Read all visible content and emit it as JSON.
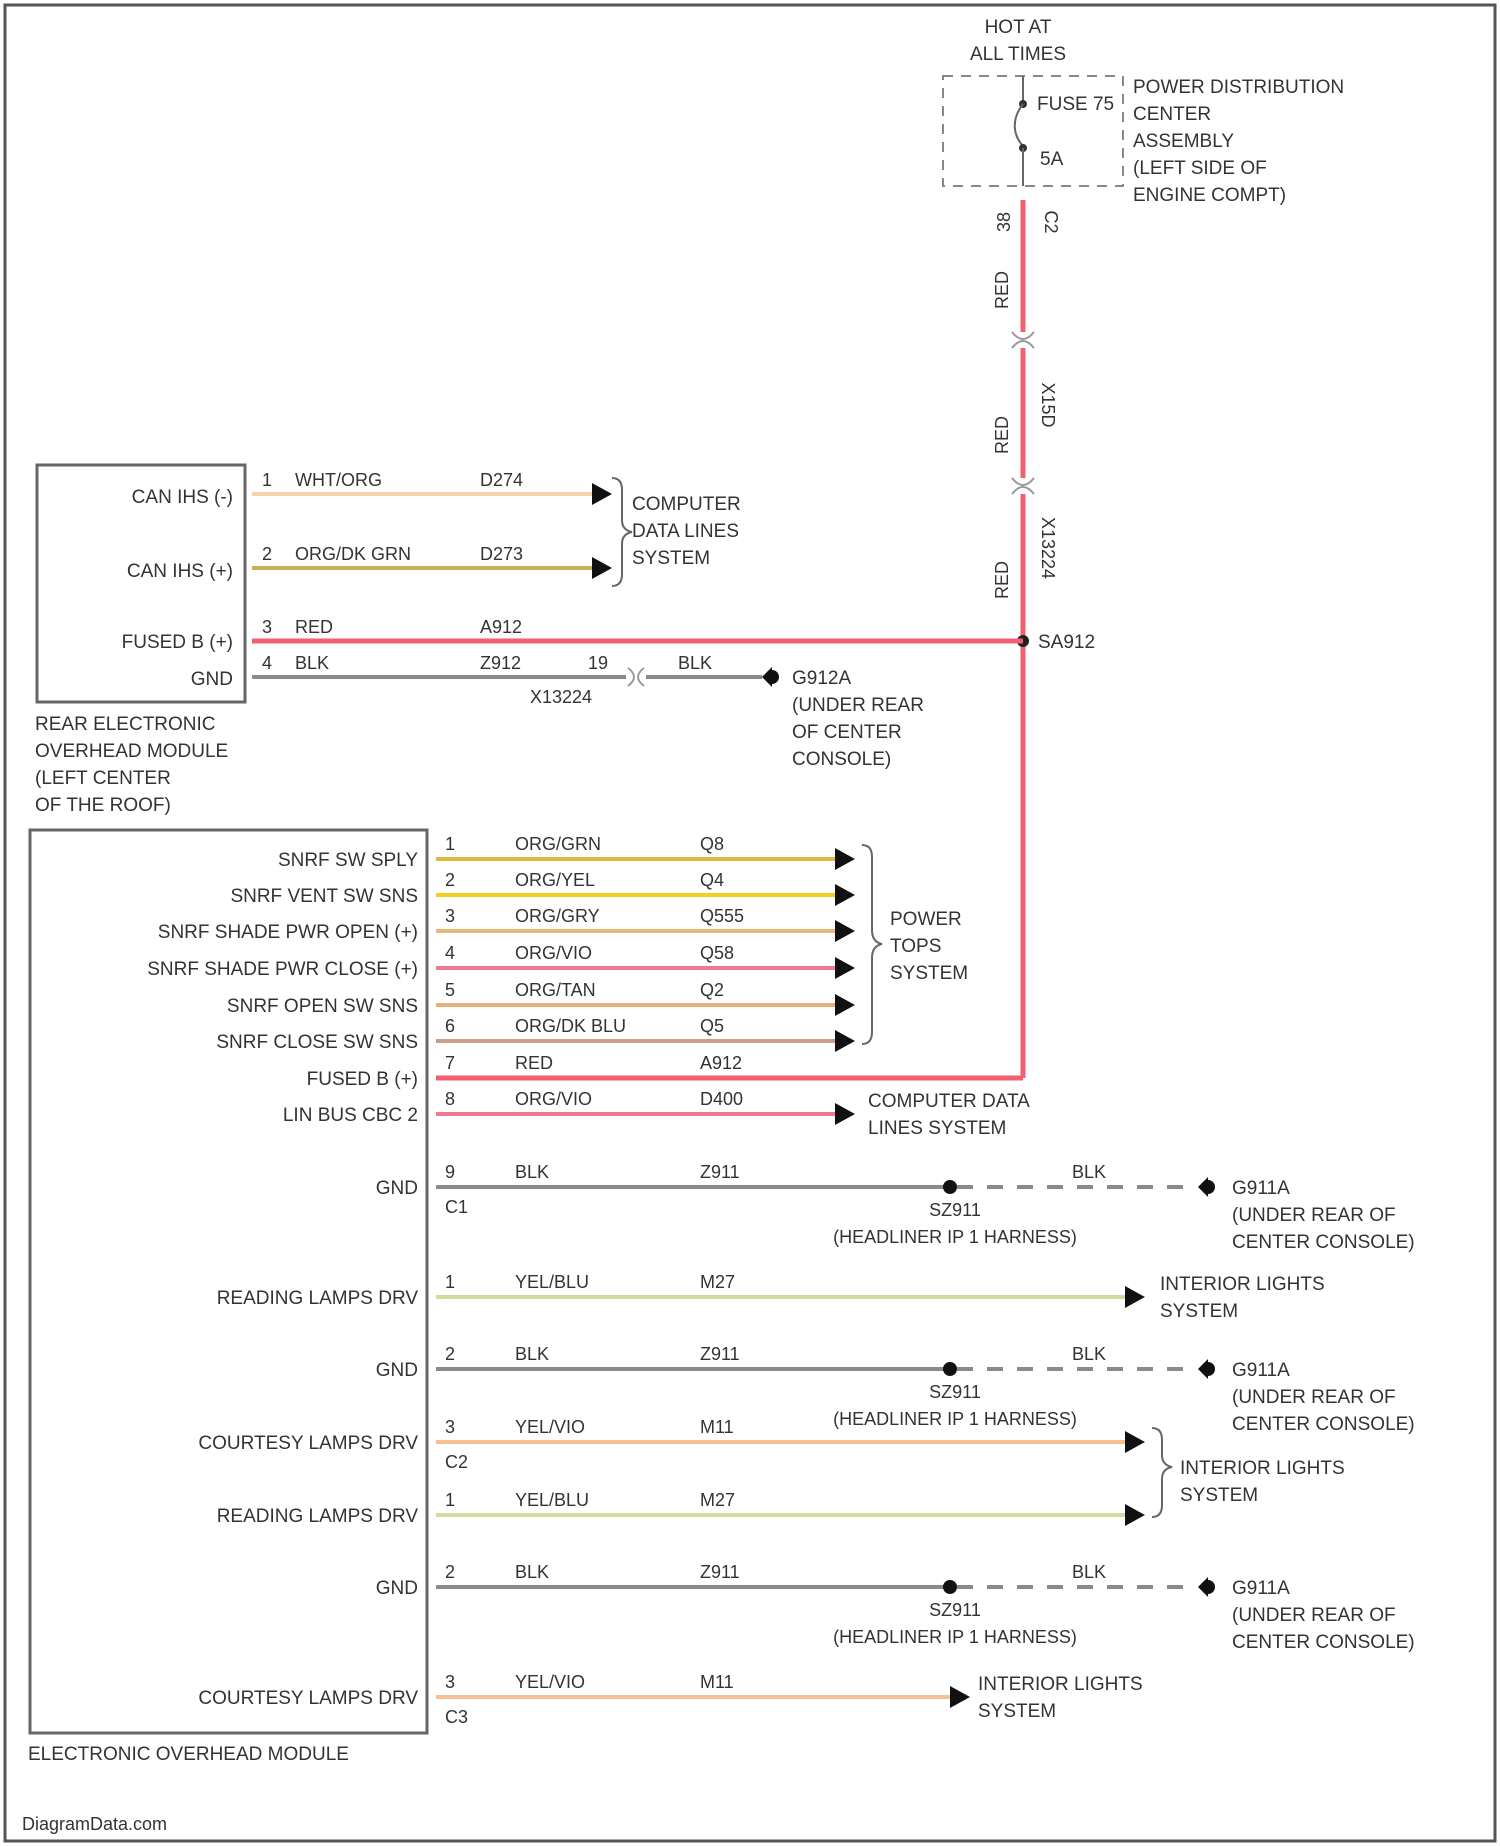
{
  "power": {
    "hot_line1": "HOT AT",
    "hot_line2": "ALL TIMES",
    "fuse_label": "FUSE 75",
    "fuse_amps": "5A",
    "pdc_lines": [
      "POWER DISTRIBUTION",
      "CENTER",
      "ASSEMBLY",
      "(LEFT SIDE OF",
      "ENGINE COMPT)"
    ],
    "pin": "38",
    "conn": "C2",
    "seg1_color": "RED",
    "seg2_color": "RED",
    "seg2_conn": "X15D",
    "seg3_color": "RED",
    "seg3_conn": "X13224",
    "splice": "SA912"
  },
  "rear_module": {
    "name_lines": [
      "REAR ELECTRONIC",
      "OVERHEAD MODULE",
      "(LEFT CENTER",
      "OF THE ROOF)"
    ],
    "pins": [
      {
        "label": "CAN IHS (-)",
        "num": "1",
        "color": "WHT/ORG",
        "circuit": "D274"
      },
      {
        "label": "CAN IHS (+)",
        "num": "2",
        "color": "ORG/DK GRN",
        "circuit": "D273"
      },
      {
        "label": "FUSED B (+)",
        "num": "3",
        "color": "RED",
        "circuit": "A912"
      },
      {
        "label": "GND",
        "num": "4",
        "color": "BLK",
        "circuit": "Z912"
      }
    ],
    "gnd_inline_pin": "19",
    "gnd_inline_conn": "X13224",
    "gnd_far_color": "BLK",
    "ground_id": "G912A",
    "ground_lines": [
      "(UNDER REAR",
      "OF CENTER",
      "CONSOLE)"
    ],
    "cdl_lines": [
      "COMPUTER",
      "DATA LINES",
      "SYSTEM"
    ]
  },
  "front_module": {
    "name": "ELECTRONIC OVERHEAD MODULE",
    "pins": [
      {
        "label": "SNRF SW SPLY",
        "num": "1",
        "color": "ORG/GRN",
        "circuit": "Q8"
      },
      {
        "label": "SNRF VENT SW SNS",
        "num": "2",
        "color": "ORG/YEL",
        "circuit": "Q4"
      },
      {
        "label": "SNRF SHADE PWR OPEN (+)",
        "num": "3",
        "color": "ORG/GRY",
        "circuit": "Q555"
      },
      {
        "label": "SNRF SHADE PWR CLOSE (+)",
        "num": "4",
        "color": "ORG/VIO",
        "circuit": "Q58"
      },
      {
        "label": "SNRF OPEN SW SNS",
        "num": "5",
        "color": "ORG/TAN",
        "circuit": "Q2"
      },
      {
        "label": "SNRF CLOSE SW SNS",
        "num": "6",
        "color": "ORG/DK BLU",
        "circuit": "Q5"
      },
      {
        "label": "FUSED B (+)",
        "num": "7",
        "color": "RED",
        "circuit": "A912"
      },
      {
        "label": "LIN BUS CBC 2",
        "num": "8",
        "color": "ORG/VIO",
        "circuit": "D400"
      },
      {
        "label": "GND",
        "num": "9",
        "color": "BLK",
        "circuit": "Z911",
        "conn": "C1"
      },
      {
        "label": "READING LAMPS DRV",
        "num": "1",
        "color": "YEL/BLU",
        "circuit": "M27"
      },
      {
        "label": "GND",
        "num": "2",
        "color": "BLK",
        "circuit": "Z911"
      },
      {
        "label": "COURTESY LAMPS DRV",
        "num": "3",
        "color": "YEL/VIO",
        "circuit": "M11",
        "conn": "C2"
      },
      {
        "label": "READING LAMPS DRV",
        "num": "1",
        "color": "YEL/BLU",
        "circuit": "M27"
      },
      {
        "label": "GND",
        "num": "2",
        "color": "BLK",
        "circuit": "Z911"
      },
      {
        "label": "COURTESY LAMPS DRV",
        "num": "3",
        "color": "YEL/VIO",
        "circuit": "M11",
        "conn": "C3"
      }
    ],
    "power_tops_lines": [
      "POWER",
      "TOPS",
      "SYSTEM"
    ],
    "cdl_lines": [
      "COMPUTER DATA",
      "LINES SYSTEM"
    ],
    "interior_lines": [
      "INTERIOR LIGHTS",
      "SYSTEM"
    ],
    "gnd_far_color": "BLK",
    "splice_id": "SZ911",
    "splice_note": "(HEADLINER IP 1 HARNESS)",
    "ground_id": "G911A",
    "ground_lines": [
      "(UNDER REAR OF",
      "CENTER CONSOLE)"
    ]
  },
  "footer": "DiagramData.com",
  "colors": {
    "red": "#f06070",
    "blk": "#8a8a8a",
    "wht_org": "#f5d2a8",
    "org_dkgrn": "#c8b050",
    "org_grn": "#e0b840",
    "org_yel": "#f2d020",
    "org_gry": "#e8b878",
    "org_vio": "#f07890",
    "org_tan": "#e8b078",
    "org_dkblu": "#c8a088",
    "yel_blu": "#d2dc98",
    "yel_vio": "#f6c090"
  }
}
